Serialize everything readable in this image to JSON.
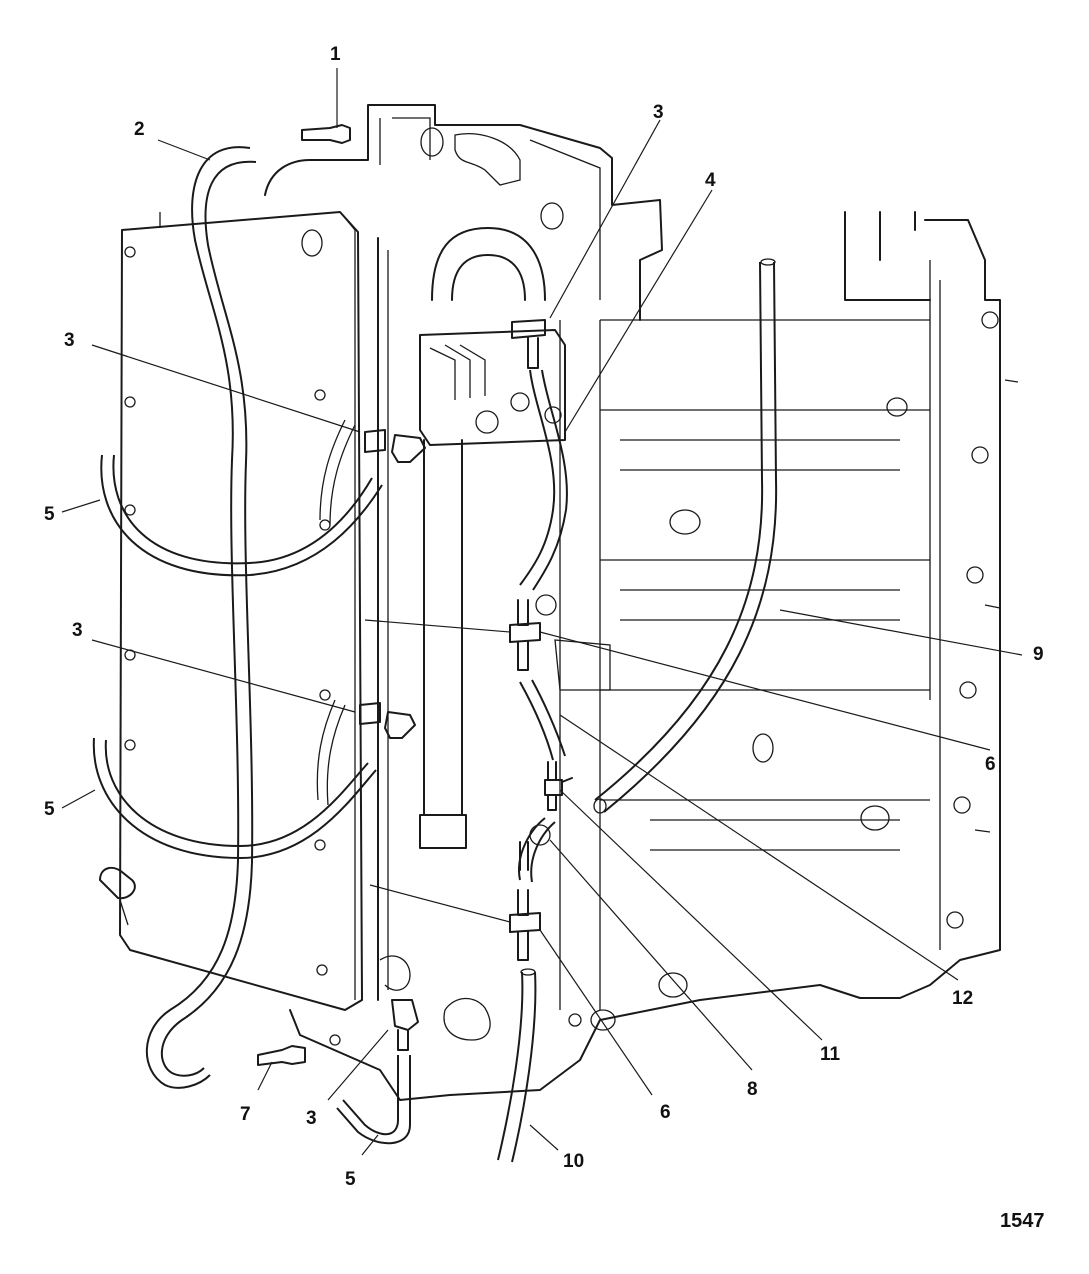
{
  "figure_number": "1547",
  "callouts": [
    {
      "id": "c1",
      "label": "1"
    },
    {
      "id": "c2",
      "label": "2"
    },
    {
      "id": "c3a",
      "label": "3"
    },
    {
      "id": "c3b",
      "label": "3"
    },
    {
      "id": "c3c",
      "label": "3"
    },
    {
      "id": "c3d",
      "label": "3"
    },
    {
      "id": "c4",
      "label": "4"
    },
    {
      "id": "c5a",
      "label": "5"
    },
    {
      "id": "c5b",
      "label": "5"
    },
    {
      "id": "c5c",
      "label": "5"
    },
    {
      "id": "c6a",
      "label": "6"
    },
    {
      "id": "c6b",
      "label": "6"
    },
    {
      "id": "c7",
      "label": "7"
    },
    {
      "id": "c8",
      "label": "8"
    },
    {
      "id": "c9",
      "label": "9"
    },
    {
      "id": "c10",
      "label": "10"
    },
    {
      "id": "c11",
      "label": "11"
    },
    {
      "id": "c12",
      "label": "12"
    }
  ]
}
